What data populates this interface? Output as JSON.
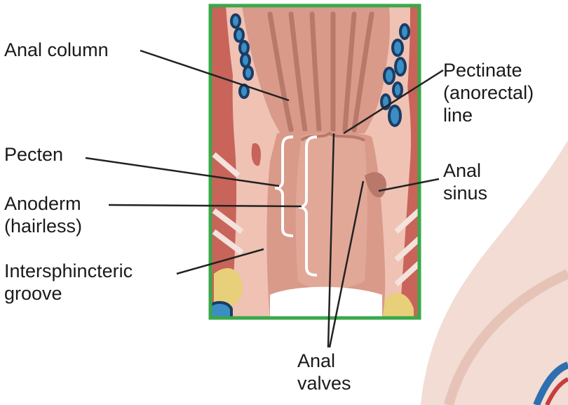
{
  "labels": {
    "anal_column": "Anal column",
    "pecten": "Pecten",
    "anoderm_line1": "Anoderm",
    "anoderm_line2": "(hairless)",
    "intersphincteric_line1": "Intersphincteric",
    "intersphincteric_line2": "groove",
    "pectinate_line1": "Pectinate",
    "pectinate_line2": "(anorectal)",
    "pectinate_line3": "line",
    "anal_sinus_line1": "Anal",
    "anal_sinus_line2": "sinus",
    "anal_valves_line1": "Anal",
    "anal_valves_line2": "valves"
  },
  "colors": {
    "frame": "#3aa84a",
    "mucosa": "#d99a8a",
    "mucosa_light": "#efc2b4",
    "muscle": "#c8645a",
    "fold": "#b8786a",
    "vein_fill": "#3b8ec4",
    "vein_ring": "#1a3d66",
    "fat": "#e8cf7a",
    "leader": "#222222",
    "skin": "#f2dcd4"
  }
}
